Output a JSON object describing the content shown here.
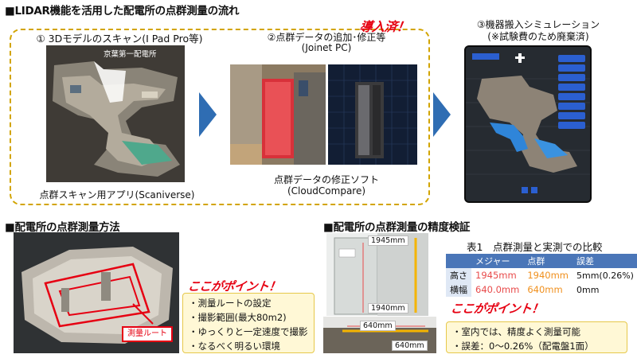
{
  "section1": {
    "title": "■LIDAR機能を活用した配電所の点群測量の流れ",
    "badge": "導入済！",
    "step1": {
      "title": "① 3Dモデルのスキャン(I Pad Pro等)",
      "model_label": "京葉第一配電所",
      "caption": "点群スキャン用アプリ(Scaniverse)"
    },
    "step2": {
      "title_line1": "②点群データの追加･修正等",
      "title_line2": "(Joinet PC)",
      "caption_line1": "点群データの修正ソフト",
      "caption_line2": "(CloudCompare)"
    },
    "step3": {
      "title_line1": "③機器搬入シミュレーション",
      "title_line2": "(※試験費のため廃棄済)"
    }
  },
  "section2": {
    "title": "■配電所の点群測量方法",
    "route_label": "測量ルート",
    "point_title": "ここがポイント！",
    "points": [
      "・測量ルートの設定",
      "・撮影範囲(最大80m2)",
      "・ゆっくりと一定速度で撮影",
      "・なるべく明るい環境"
    ]
  },
  "section3": {
    "title": "■配電所の点群測量の精度検証",
    "photo_labels": {
      "height_top": "1945mm",
      "height_side": "1940mm",
      "width_top": "640mm",
      "width_bottom": "640mm"
    },
    "table": {
      "title": "表1　点群測量と実測での比較",
      "headers": [
        "",
        "メジャー",
        "点群",
        "誤差"
      ],
      "rows": [
        {
          "label": "高さ",
          "measure": "1945mm",
          "cloud": "1940mm",
          "error": "5mm(0.26%)"
        },
        {
          "label": "横幅",
          "measure": "640.0mm",
          "cloud": "640mm",
          "error": "0mm"
        }
      ]
    },
    "point_title": "ここがポイント！",
    "points": [
      "・室内では、精度よく測量可能",
      "・誤差：0～0.26%（配電盤1面）"
    ]
  },
  "colors": {
    "accent_red": "#e60012",
    "measure_red": "#e84b4b",
    "cloud_orange": "#f0901e",
    "arrow_blue": "#2f6db3",
    "dash_gold": "#d2a400",
    "table_header": "#4a76b8"
  }
}
